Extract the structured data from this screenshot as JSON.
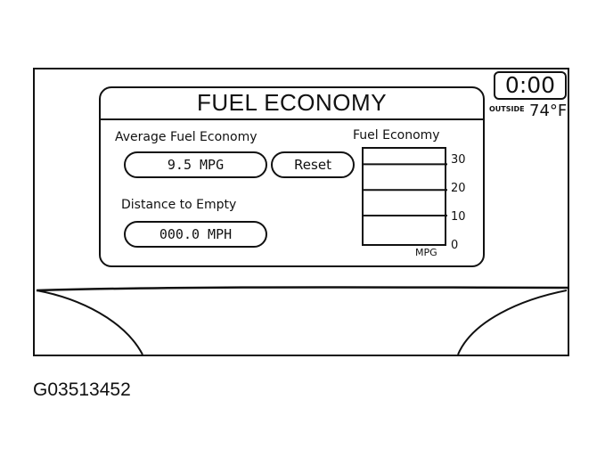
{
  "clock": {
    "time": "0:00"
  },
  "outside": {
    "label": "OUTSIDE",
    "temperature": "74°F"
  },
  "panel": {
    "title": "FUEL ECONOMY",
    "average_label": "Average Fuel Economy",
    "average_value": "9.5 MPG",
    "reset_label": "Reset",
    "distance_label": "Distance to Empty",
    "distance_value": "000.0 MPH"
  },
  "gauge": {
    "title": "Fuel Economy",
    "unit": "MPG",
    "ticks": [
      "30",
      "20",
      "10",
      "0"
    ],
    "scale_max": 30,
    "bars": [
      {
        "name": "bar-top",
        "level": 28
      },
      {
        "name": "bar-mid",
        "level": 19
      },
      {
        "name": "bar-low",
        "level": 10
      }
    ]
  },
  "figure": {
    "id": "G03513452"
  }
}
